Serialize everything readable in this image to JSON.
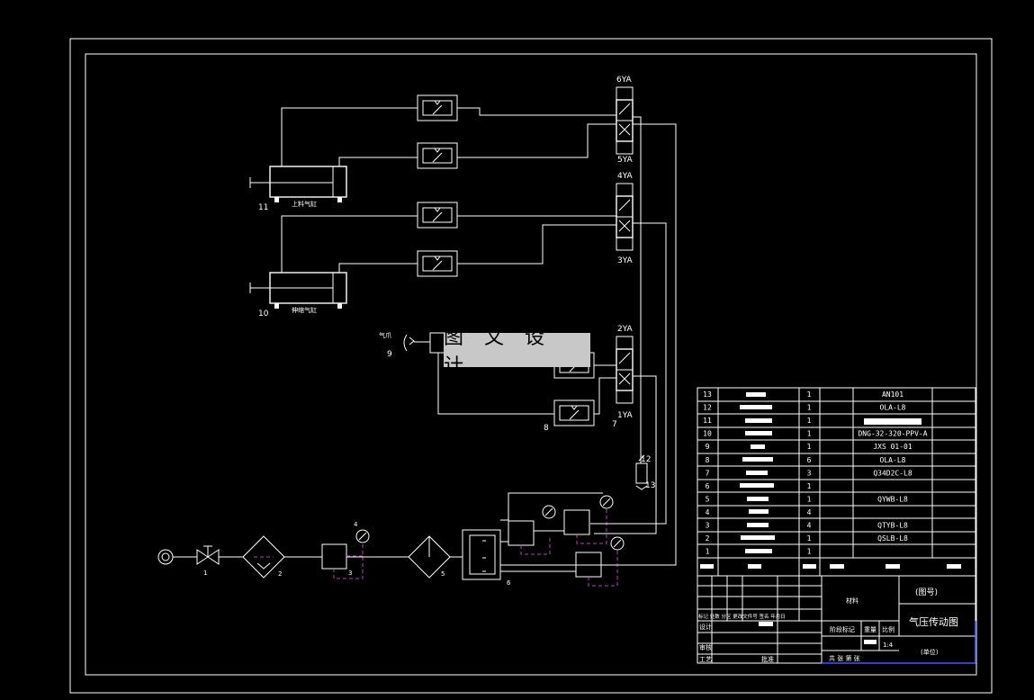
{
  "watermark": "图 文 设 计",
  "solenoids": {
    "s6": "6YA",
    "s5": "5YA",
    "s4": "4YA",
    "s3": "3YA",
    "s2": "2YA",
    "s1": "1YA"
  },
  "components": {
    "cyl11_num": "11",
    "cyl11_name": "上料气缸",
    "cyl10_num": "10",
    "cyl10_name": "伸缩气缸",
    "gripper_name": "气爪",
    "gripper_num": "9",
    "n1": "1",
    "n2": "2",
    "n3": "3",
    "n4": "4",
    "n5": "5",
    "n6": "6",
    "n7": "7",
    "n8": "8",
    "n12": "12",
    "n13": "13"
  },
  "bom": {
    "rows": [
      {
        "no": "13",
        "qty": "1",
        "code": "AN101"
      },
      {
        "no": "12",
        "qty": "1",
        "code": "OLA-L8"
      },
      {
        "no": "11",
        "qty": "1",
        "code": ""
      },
      {
        "no": "10",
        "qty": "1",
        "code": "DNG-32-320-PPV-A"
      },
      {
        "no": "9",
        "qty": "1",
        "code": "JXS 01-01"
      },
      {
        "no": "8",
        "qty": "6",
        "code": "OLA-L8"
      },
      {
        "no": "7",
        "qty": "3",
        "code": "Q34D2C-L8"
      },
      {
        "no": "6",
        "qty": "1",
        "code": ""
      },
      {
        "no": "5",
        "qty": "1",
        "code": "QYWB-L8"
      },
      {
        "no": "4",
        "qty": "4",
        "code": ""
      },
      {
        "no": "3",
        "qty": "4",
        "code": "QTYB-L8"
      },
      {
        "no": "2",
        "qty": "1",
        "code": "QSLB-L8"
      },
      {
        "no": "1",
        "qty": "1",
        "code": ""
      }
    ]
  },
  "title_block": {
    "drawing_no": "(图号)",
    "title": "气压传动图",
    "material": "材料",
    "unit": "(单位)",
    "scale": "1:4",
    "col_labels": "标记 处数 分区 更改文件号 签名 年月日",
    "design": "设计",
    "check": "审核",
    "process": "工艺",
    "approve": "批准",
    "stage": "阶段标记",
    "weight": "重量",
    "ratio": "比例",
    "sheets": "共 张 第 张"
  }
}
